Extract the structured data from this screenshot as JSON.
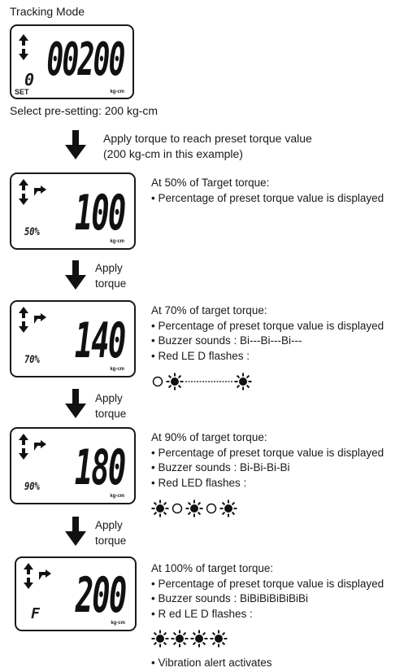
{
  "title": "Tracking Mode",
  "preset": {
    "display": "00200",
    "zero": "0",
    "set": "SET",
    "unit": "kg-cm",
    "caption": "Select pre-setting: 200 kg-cm"
  },
  "instruction": {
    "line1": "Apply torque to reach preset torque value",
    "line2": "(200 kg-cm in this example)"
  },
  "apply_torque": {
    "line1": "Apply",
    "line2": "torque"
  },
  "stages": [
    {
      "display": "100",
      "percent": "50%",
      "unit": "kg-cm",
      "heading": "At 50% of Target torque:",
      "bullets": [
        "• Percentage of preset torque value is displayed"
      ]
    },
    {
      "display": "140",
      "percent": "70%",
      "unit": "kg-cm",
      "heading": "At 70% of target torque:",
      "bullets": [
        "• Percentage of preset torque value is displayed",
        "• Buzzer sounds : Bi---Bi---Bi---",
        "• Red LE D flashes :"
      ],
      "led_pattern": [
        "off",
        "on",
        "dash",
        "on"
      ]
    },
    {
      "display": "180",
      "percent": "90%",
      "unit": "kg-cm",
      "heading": "At 90% of target torque:",
      "bullets": [
        "• Percentage of preset torque value is displayed",
        "• Buzzer sounds : Bi-Bi-Bi-Bi",
        "• Red LED flashes :"
      ],
      "led_pattern": [
        "on",
        "off",
        "on",
        "off",
        "on"
      ]
    },
    {
      "display": "200",
      "percent": "F",
      "unit": "kg-cm",
      "heading": "At 100% of target torque:",
      "bullets": [
        "• Percentage of preset torque value is displayed",
        "• Buzzer sounds : BiBiBiBiBiBiBi",
        "• R ed LE D flashes :"
      ],
      "led_pattern": [
        "on",
        "on",
        "on",
        "on"
      ],
      "footer": "• Vibration alert activates"
    }
  ],
  "icons": {
    "updown": "up-down-arrow-icon",
    "wrench": "wrench-direction-icon",
    "down_arrow": "down-arrow-icon",
    "led_on": "led-on-icon",
    "led_off": "led-off-icon"
  }
}
